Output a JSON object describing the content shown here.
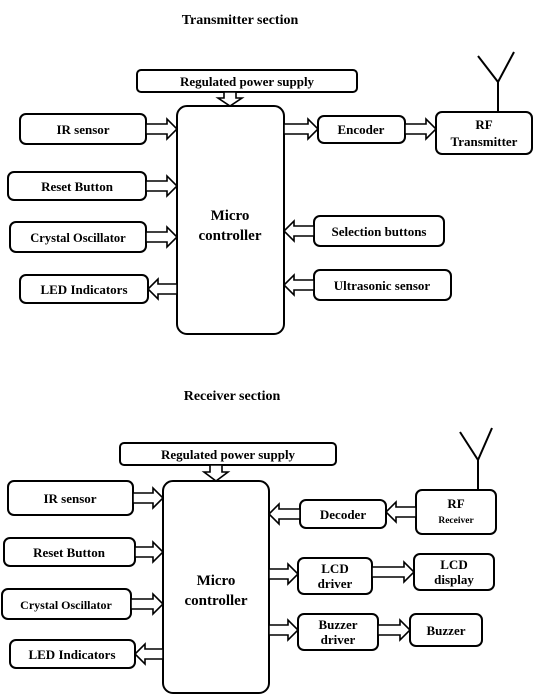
{
  "transmitter": {
    "title": "Transmitter section",
    "power": "Regulated power supply",
    "ir_sensor": "IR sensor",
    "reset": "Reset Button",
    "crystal": "Crystal Oscillator",
    "led": "LED Indicators",
    "micro_line1": "Micro",
    "micro_line2": "controller",
    "encoder": "Encoder",
    "rf_line1": "RF",
    "rf_line2": "Transmitter",
    "selection": "Selection buttons",
    "ultrasonic": "Ultrasonic sensor"
  },
  "receiver": {
    "title": "Receiver section",
    "power": "Regulated power supply",
    "ir_sensor": "IR sensor",
    "reset": "Reset Button",
    "crystal": "Crystal Oscillator",
    "led": "LED Indicators",
    "micro_line1": "Micro",
    "micro_line2": "controller",
    "decoder": "Decoder",
    "rf_line1": "RF",
    "rf_line2": "Receiver",
    "lcd_driver_line1": "LCD",
    "lcd_driver_line2": "driver",
    "lcd_display_line1": "LCD",
    "lcd_display_line2": "display",
    "buzzer_driver_line1": "Buzzer",
    "buzzer_driver_line2": "driver",
    "buzzer": "Buzzer"
  }
}
